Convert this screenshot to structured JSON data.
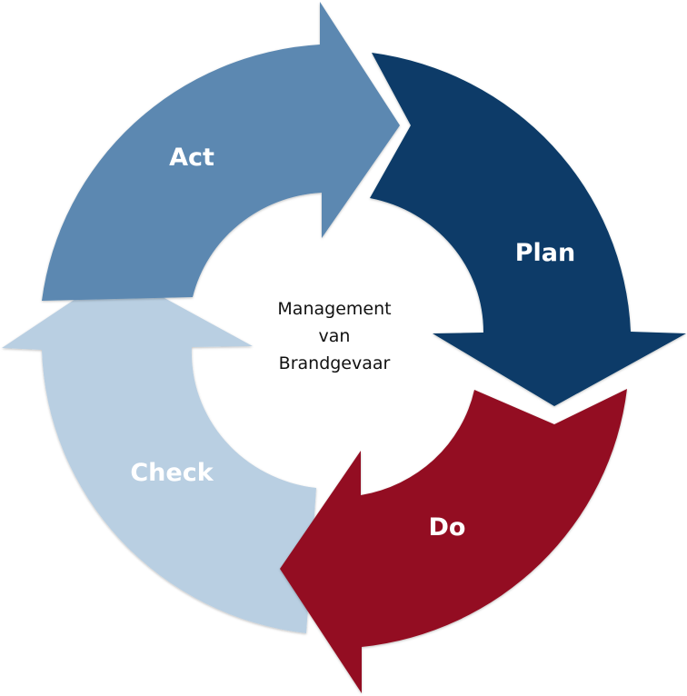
{
  "diagram": {
    "segments": [
      {
        "id": "act",
        "label": "Act",
        "color": "#5b88b1"
      },
      {
        "id": "plan",
        "label": "Plan",
        "color": "#073a68"
      },
      {
        "id": "do",
        "label": "Do",
        "color": "#931020"
      },
      {
        "id": "check",
        "label": "Check",
        "color": "#b9cfe2"
      }
    ],
    "center": {
      "lines": [
        "Management",
        "van",
        "Brandgevaar"
      ]
    }
  }
}
